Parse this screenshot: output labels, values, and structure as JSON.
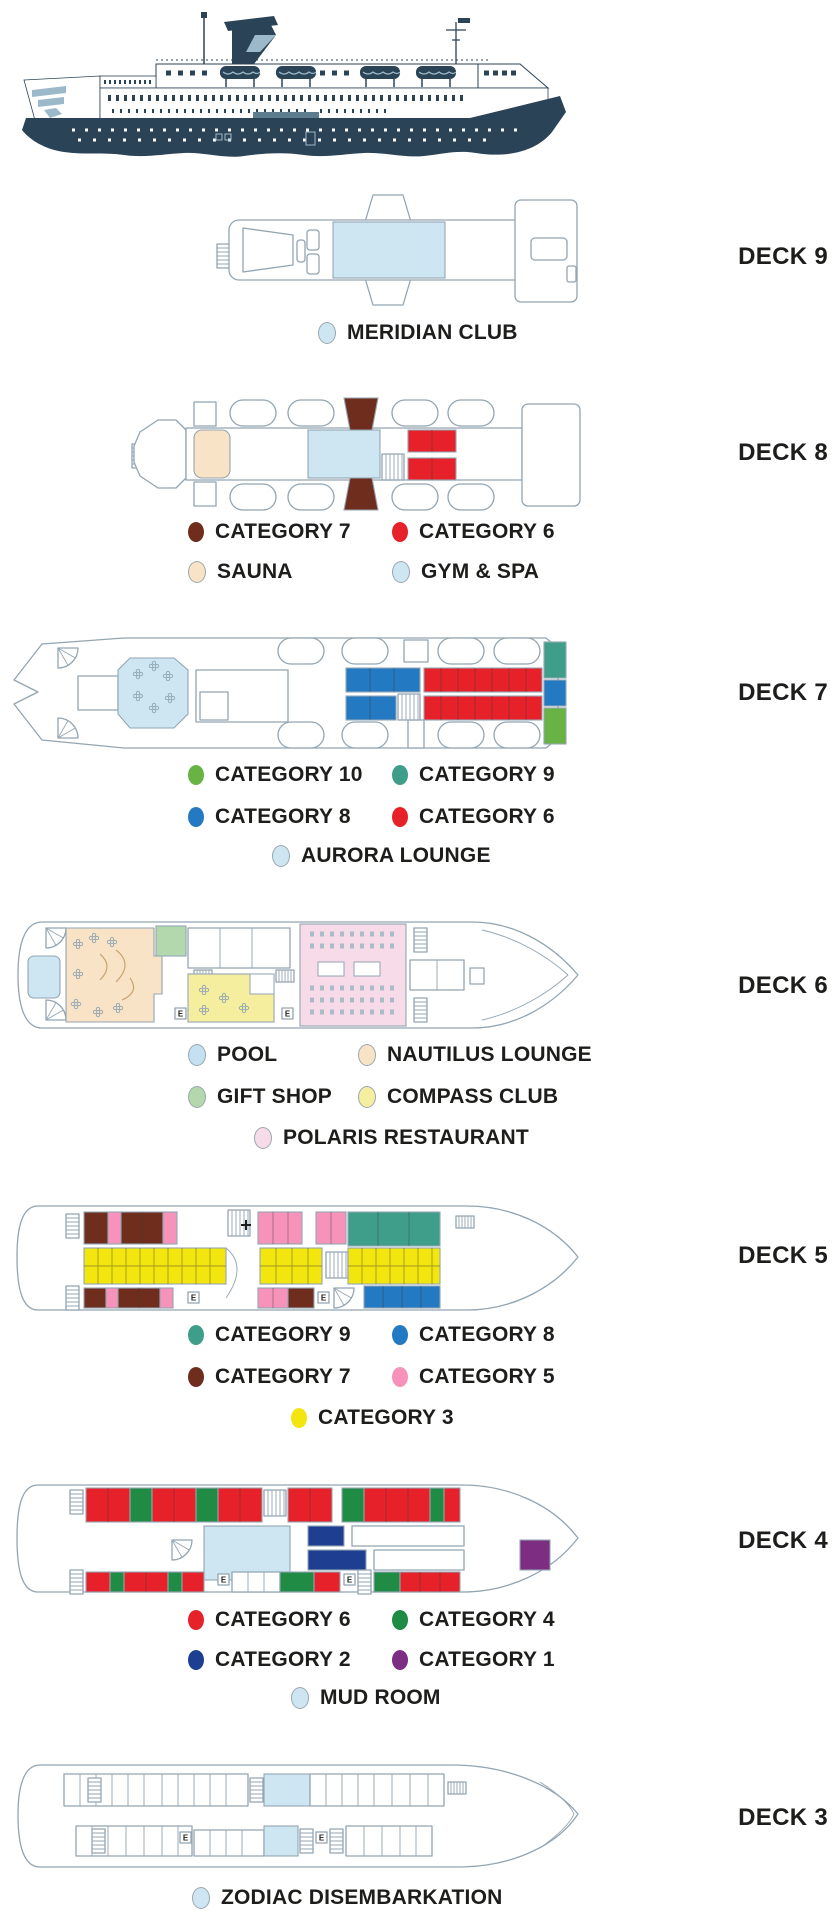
{
  "palette": {
    "category_1": "#7d2d82",
    "category_2": "#1e3e92",
    "category_3": "#f3e50e",
    "category_4": "#1f8b44",
    "category_5": "#f792ba",
    "category_6": "#e62129",
    "category_7": "#6f2d1d",
    "category_8": "#2379c2",
    "category_9": "#3f9e8a",
    "category_10": "#69b345",
    "amenity_lightblue": "#cde6f2",
    "amenity_peach": "#f9e3c6",
    "amenity_palegreen": "#b3d8ae",
    "amenity_paleyellow": "#f5ee9e",
    "amenity_palepink": "#f8dbe9",
    "plan_outline": "#93a5b2",
    "ship_hull": "#2b4357",
    "ship_accent": "#9cb9ca",
    "text": "#1d1d1b"
  },
  "plan_labels": {
    "elevator": "E"
  },
  "decks": [
    {
      "label": "DECK 9",
      "legend": [
        [
          {
            "label": "MERIDIAN CLUB",
            "color": "#cde6f2"
          }
        ]
      ]
    },
    {
      "label": "DECK 8",
      "legend": [
        [
          {
            "label": "CATEGORY 7",
            "color": "#6f2d1d"
          },
          {
            "label": "CATEGORY 6",
            "color": "#e62129"
          }
        ],
        [
          {
            "label": "SAUNA",
            "color": "#f9e3c6"
          },
          {
            "label": "GYM & SPA",
            "color": "#cde6f2"
          }
        ]
      ]
    },
    {
      "label": "DECK 7",
      "legend": [
        [
          {
            "label": "CATEGORY 10",
            "color": "#69b345"
          },
          {
            "label": "CATEGORY 9",
            "color": "#3f9e8a"
          }
        ],
        [
          {
            "label": "CATEGORY 8",
            "color": "#2379c2"
          },
          {
            "label": "CATEGORY 6",
            "color": "#e62129"
          }
        ],
        [
          {
            "label": "AURORA LOUNGE",
            "color": "#cde6f2"
          }
        ]
      ]
    },
    {
      "label": "DECK 6",
      "legend": [
        [
          {
            "label": "POOL",
            "color": "#c4e1f2"
          },
          {
            "label": "NAUTILUS LOUNGE",
            "color": "#f9e3c6"
          }
        ],
        [
          {
            "label": "GIFT SHOP",
            "color": "#b3d8ae"
          },
          {
            "label": "COMPASS CLUB",
            "color": "#f5ee9e"
          }
        ],
        [
          {
            "label": "POLARIS RESTAURANT",
            "color": "#f8dbe9"
          }
        ]
      ]
    },
    {
      "label": "DECK 5",
      "legend": [
        [
          {
            "label": "CATEGORY 9",
            "color": "#3f9e8a"
          },
          {
            "label": "CATEGORY 8",
            "color": "#2379c2"
          }
        ],
        [
          {
            "label": "CATEGORY 7",
            "color": "#6f2d1d"
          },
          {
            "label": "CATEGORY 5",
            "color": "#f792ba"
          }
        ],
        [
          {
            "label": "CATEGORY 3",
            "color": "#f3e50e"
          }
        ]
      ]
    },
    {
      "label": "DECK 4",
      "legend": [
        [
          {
            "label": "CATEGORY 6",
            "color": "#e62129"
          },
          {
            "label": "CATEGORY 4",
            "color": "#1f8b44"
          }
        ],
        [
          {
            "label": "CATEGORY 2",
            "color": "#1e3e92"
          },
          {
            "label": "CATEGORY 1",
            "color": "#7d2d82"
          }
        ],
        [
          {
            "label": "MUD ROOM",
            "color": "#cde6f2"
          }
        ]
      ]
    },
    {
      "label": "DECK 3",
      "legend": [
        [
          {
            "label": "ZODIAC DISEMBARKATION",
            "color": "#cde6f2"
          }
        ]
      ]
    }
  ]
}
